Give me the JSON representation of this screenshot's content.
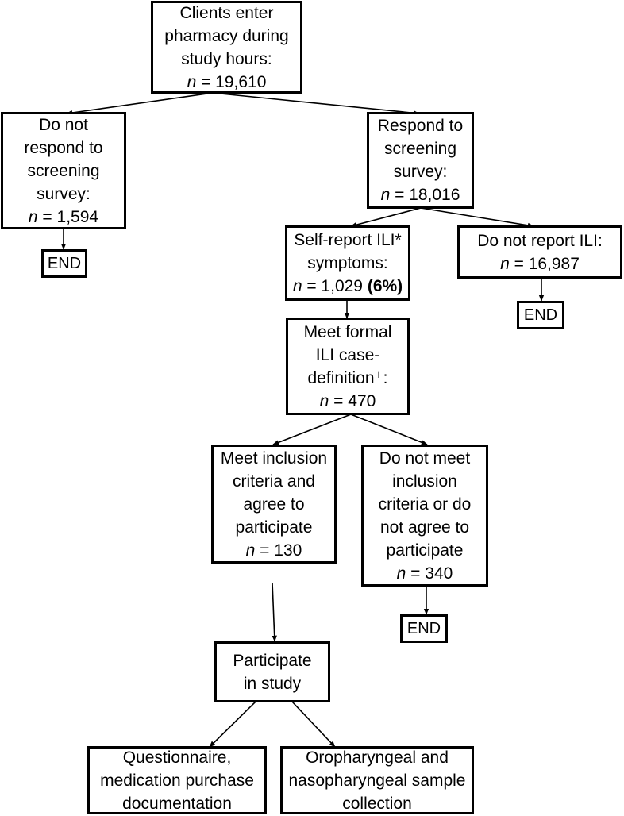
{
  "nodes": {
    "clients_enter": {
      "lines": [
        "Clients enter",
        "pharmacy during",
        "study hours:"
      ],
      "n_label": "n",
      "n_value": " = 19,610"
    },
    "no_respond": {
      "lines": [
        "Do not",
        "respond to",
        "screening",
        "survey:"
      ],
      "n_label": "n",
      "n_value": " = 1,594"
    },
    "respond": {
      "lines": [
        "Respond to",
        "screening",
        "survey:"
      ],
      "n_label": "n",
      "n_value": " = 18,016"
    },
    "self_report": {
      "lines": [
        "Self-report ILI*",
        "symptoms:"
      ],
      "n_label": "n",
      "n_value": " = 1,029 ",
      "pct": "(6%)"
    },
    "no_report": {
      "lines": [
        "Do not report ILI:"
      ],
      "n_label": "n",
      "n_value": " = 16,987"
    },
    "formal": {
      "lines": [
        "Meet formal",
        "ILI case-",
        "definition⁺:"
      ],
      "n_label": "n",
      "n_value": " = 470"
    },
    "meet_inclusion": {
      "lines": [
        "Meet inclusion",
        "criteria and",
        "agree to",
        "participate"
      ],
      "n_label": "n",
      "n_value": " = 130"
    },
    "not_meet": {
      "lines": [
        "Do not meet",
        "inclusion",
        "criteria or do",
        "not agree to",
        "participate"
      ],
      "n_label": "n",
      "n_value": " = 340"
    },
    "participate": {
      "lines": [
        "Participate",
        "in study"
      ]
    },
    "questionnaire": {
      "lines": [
        "Questionnaire,",
        "medication purchase",
        "documentation"
      ]
    },
    "samples": {
      "lines": [
        "Oropharyngeal and",
        "nasopharyngeal sample",
        "collection"
      ]
    },
    "end1": {
      "label": "END"
    },
    "end2": {
      "label": "END"
    },
    "end3": {
      "label": "END"
    }
  }
}
